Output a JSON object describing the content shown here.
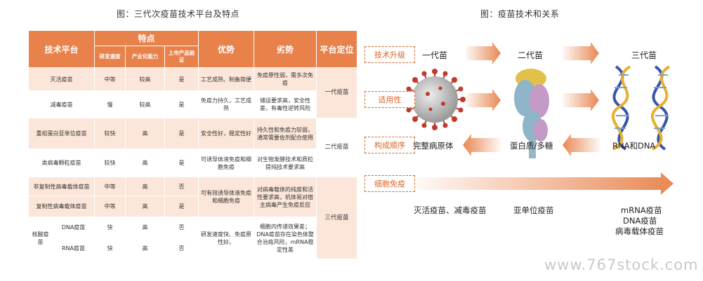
{
  "left_title": "图：三代次疫苗技术平台及特点",
  "right_title": "图：疫苗技术和关系",
  "table": {
    "headers": {
      "platform": "技术平台",
      "features": "特点",
      "speed": "研发速度",
      "capacity": "产业化能力",
      "market": "上市产品验证",
      "advantage": "优势",
      "disadvantage": "劣势",
      "position": "平台定位"
    },
    "rows": [
      {
        "name": "灭活疫苗",
        "speed": "中等",
        "capacity": "较高",
        "market": "是",
        "advantage": "工艺成熟、制备简便",
        "disadvantage": "免疫原性弱，需多次免疫"
      },
      {
        "name": "减毒疫苗",
        "speed": "慢",
        "capacity": "较高",
        "market": "是",
        "advantage": "免疫力持久，工艺成熟",
        "disadvantage": "储运要求高，安全性差，有毒性逆转风险"
      },
      {
        "name": "重组蛋白亚单位疫苗",
        "speed": "较快",
        "capacity": "高",
        "market": "是",
        "advantage": "安全性好，稳定性好",
        "disadvantage": "持久性和免疫力较弱，通常需要佐剂配合使用"
      },
      {
        "name": "类病毒颗粒疫苗",
        "speed": "较快",
        "capacity": "高",
        "market": "是",
        "advantage": "可诱导体液免疫和细胞免疫",
        "disadvantage": "对生物发酵技术和质粒提纯技术要求高"
      },
      {
        "name": "非复制性病毒载体疫苗",
        "speed": "中等",
        "capacity": "高",
        "market": "否"
      },
      {
        "name": "复制性病毒载体疫苗",
        "speed": "中等",
        "capacity": "高",
        "market": "是"
      },
      {
        "name": "DNA疫苗",
        "speed": "快",
        "capacity": "高",
        "market": "否"
      },
      {
        "name": "RNA疫苗",
        "speed": "快",
        "capacity": "高",
        "market": "否"
      }
    ],
    "vector_advantage": "可有效诱导体液免疫和细胞免疫",
    "vector_disadvantage": "对病毒载体的纯度和活性要求高，机体易对宿主病毒产生免疫反应",
    "nucleic_group": "核酸疫苗",
    "nucleic_advantage": "研发速度快、免疫原性好。",
    "nucleic_disadvantage": "细胞内传递效果差；DNA疫苗存在染色体整合治癌风险，mRNA稳定性差",
    "positions": [
      "一代疫苗",
      "二代疫苗",
      "三代疫苗"
    ]
  },
  "diagram": {
    "row_labels": [
      "技术升级",
      "适用性",
      "构成顺序",
      "细胞免疫"
    ],
    "generations": [
      "一代苗",
      "二代苗",
      "三代苗"
    ],
    "components": [
      "完整病原体",
      "蛋白质/多糖",
      "RNA和DNA"
    ],
    "bottom": [
      "灭活疫苗、减毒疫苗",
      "亚单位疫苗",
      "mRNA疫苗",
      "DNA疫苗",
      "病毒载体疫苗"
    ],
    "icons": [
      "virus-icon",
      "protein-icon",
      "dna-helix-icon"
    ],
    "accent": "#e8814a"
  },
  "watermark": "www.767stock.com"
}
